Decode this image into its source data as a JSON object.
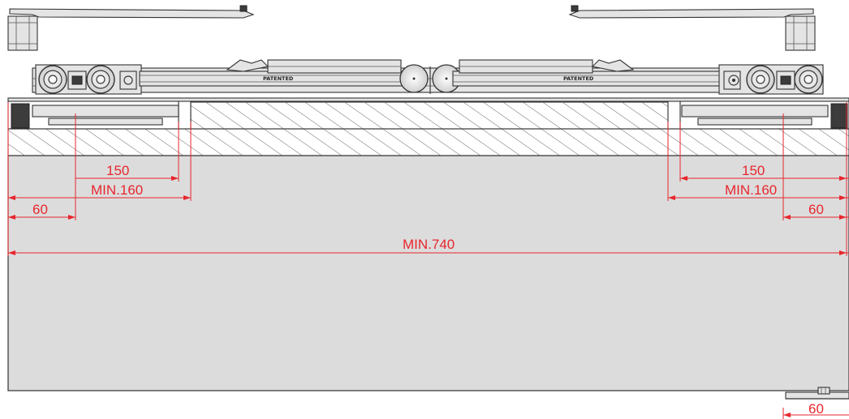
{
  "drawing": {
    "colors": {
      "dimension": "#e8262d",
      "door_panel": "#dcdcdc",
      "outline": "#3a3a3a",
      "hardware": "#e4e4e4"
    },
    "markings": {
      "patent_left": "PATENTED",
      "patent_right": "PATENTED"
    },
    "dimensions": {
      "left_150": "150",
      "left_min160": "MIN.160",
      "left_60": "60",
      "right_150": "150",
      "right_min160": "MIN.160",
      "right_60": "60",
      "overall_min740": "MIN.740",
      "bottom_60": "60"
    }
  }
}
